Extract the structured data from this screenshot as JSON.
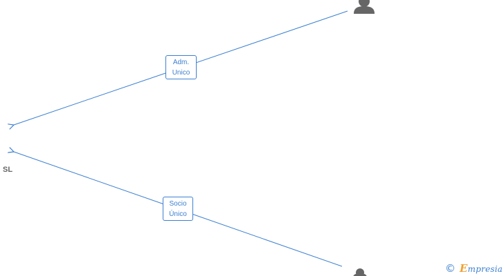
{
  "company": {
    "label": "SL"
  },
  "relations": [
    {
      "line1": "Adm.",
      "line2": "Unico"
    },
    {
      "line1": "Socio",
      "line2": "Único"
    }
  ],
  "footer": {
    "copyright_symbol": "©",
    "brand_initial": "E",
    "brand_rest": "mpresia"
  },
  "colors": {
    "edge": "#3b7fd0",
    "person_icon": "#666666",
    "brand_accent": "#f0a030"
  },
  "icons": [
    "person-icon",
    "person-icon",
    "arrowhead-icon",
    "copyright-icon"
  ]
}
